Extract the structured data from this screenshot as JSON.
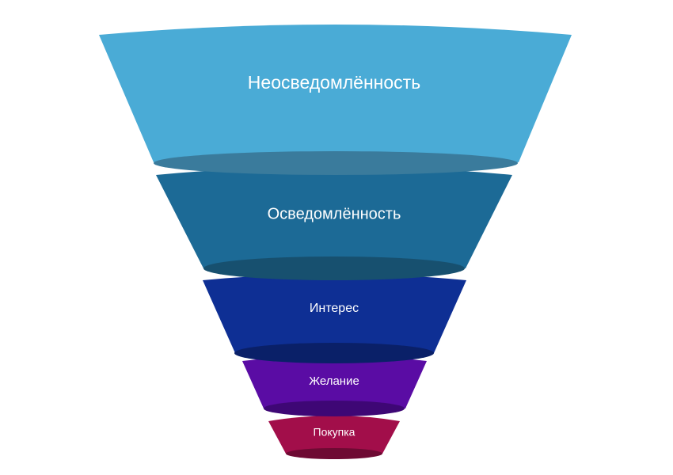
{
  "diagram": {
    "type": "funnel",
    "stages": [
      {
        "label": "Неосведомлённость",
        "color": "#4aabd6",
        "shade": "#3a7b9c"
      },
      {
        "label": "Осведомлённость",
        "color": "#1c6a96",
        "shade": "#17506f"
      },
      {
        "label": "Интерес",
        "color": "#0e2f94",
        "shade": "#0a2068"
      },
      {
        "label": "Желание",
        "color": "#5a0ca4",
        "shade": "#3e0775"
      },
      {
        "label": "Покупка",
        "color": "#a20e4a",
        "shade": "#6e0a33"
      }
    ]
  }
}
